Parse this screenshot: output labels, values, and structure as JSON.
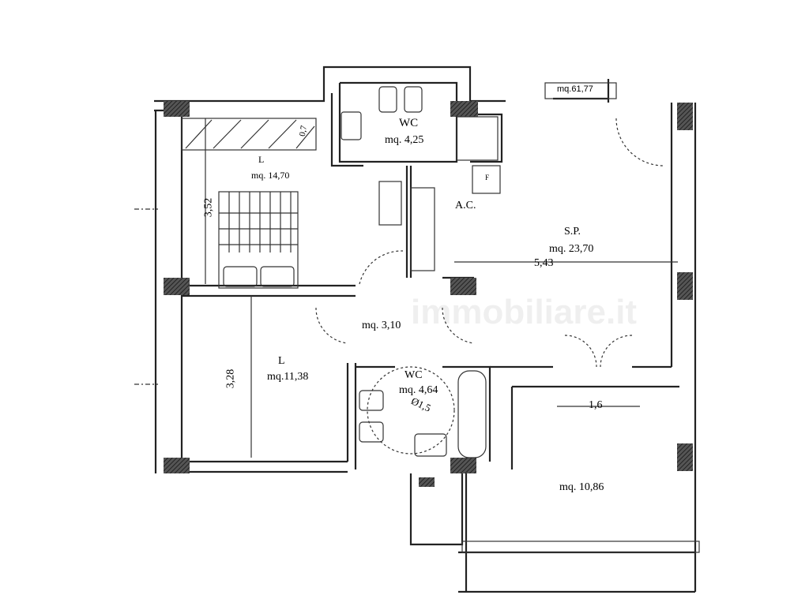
{
  "plan": {
    "total_area": "mq.61,77",
    "watermark": "immobiliare.it",
    "rooms": [
      {
        "name": "WC",
        "area": "mq. 4,25"
      },
      {
        "name": "L",
        "area": "mq. 14,70"
      },
      {
        "name": "S.P.",
        "area": "mq. 23,70"
      },
      {
        "name": "",
        "area": "mq. 3,10"
      },
      {
        "name": "L",
        "area": "mq.11,38"
      },
      {
        "name": "WC",
        "area": "mq. 4,64"
      },
      {
        "name": "",
        "area": "mq. 10,86"
      }
    ],
    "labels": {
      "kitchen": "A.C.",
      "fridge": "F",
      "turning_circle": "Ø1,5"
    },
    "dimensions": {
      "bed1_width": "3,52",
      "wardrobe": "0,7",
      "living_width": "5,43",
      "bed2_width": "3,28",
      "terrace_door": "1,6"
    }
  }
}
